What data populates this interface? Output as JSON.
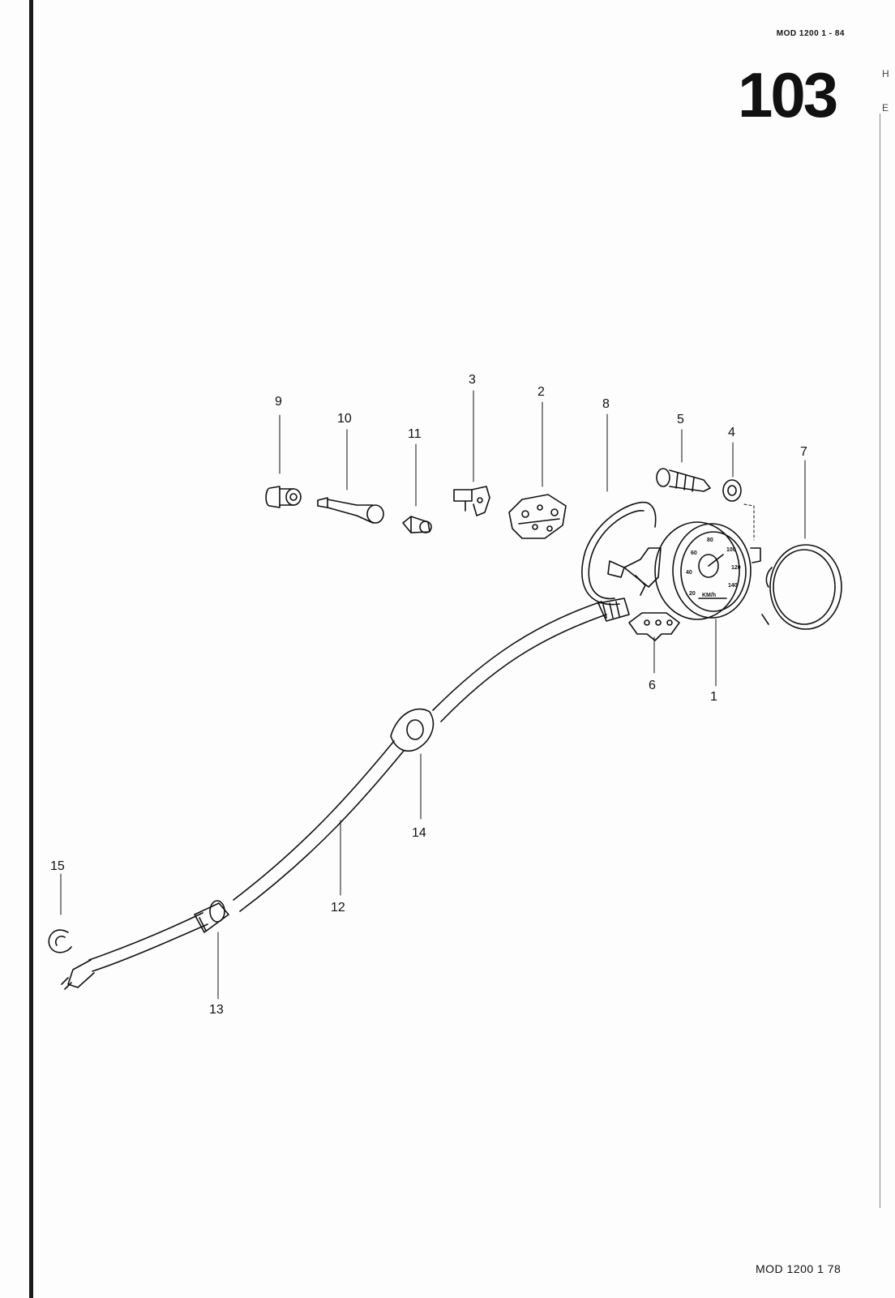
{
  "header": {
    "model_code": "MOD 1200  1 - 84"
  },
  "page": {
    "number": "103"
  },
  "right_edge": {
    "marks": [
      "H",
      "E"
    ]
  },
  "footer": {
    "text": "MOD 1200  1 78"
  },
  "callouts": [
    "1",
    "2",
    "3",
    "4",
    "5",
    "6",
    "7",
    "8",
    "9",
    "10",
    "11",
    "12",
    "13",
    "14",
    "15"
  ],
  "speedometer": {
    "dial_numbers": [
      "20",
      "40",
      "60",
      "80",
      "100",
      "120",
      "140"
    ],
    "unit": "KM/h"
  }
}
